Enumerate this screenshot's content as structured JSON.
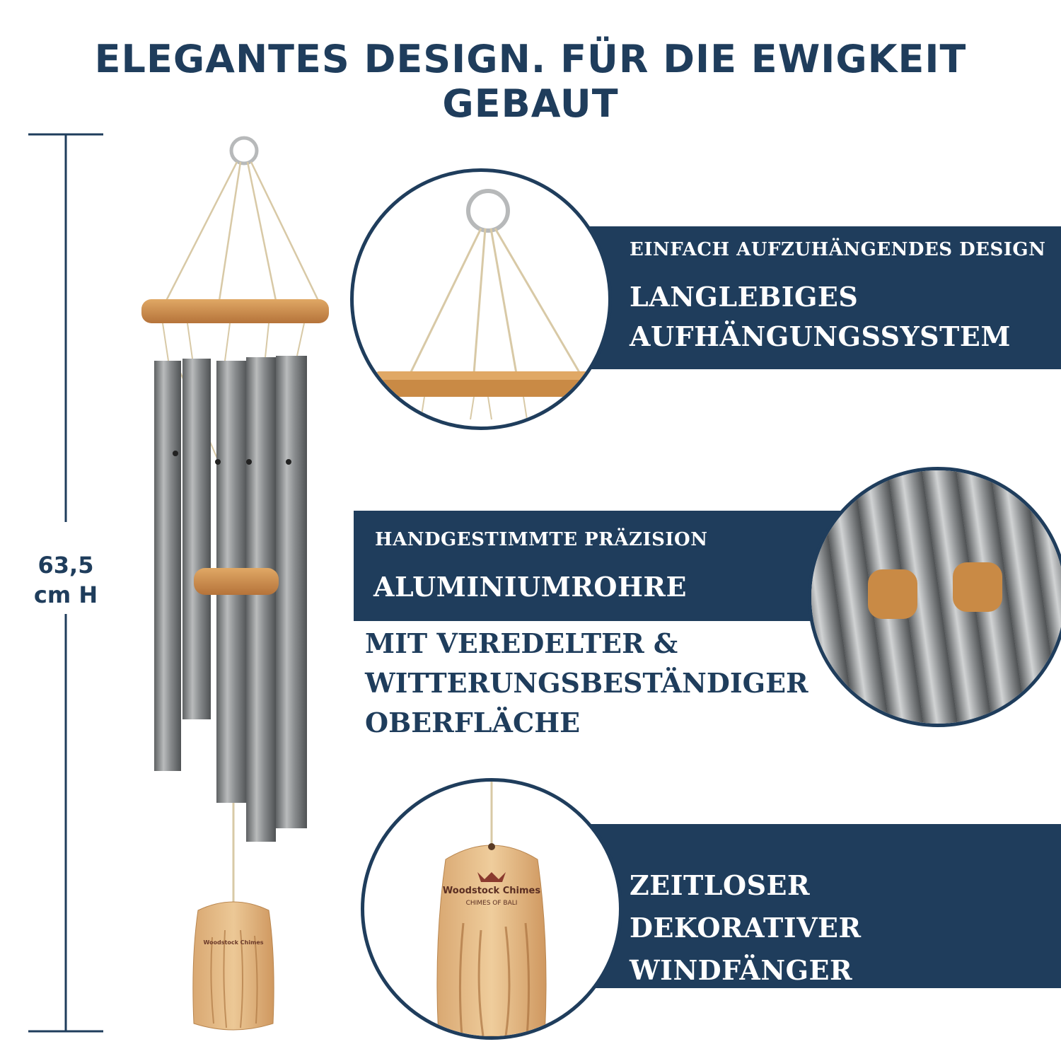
{
  "headline": "ELEGANTES DESIGN. FÜR DIE EWIGKEIT GEBAUT",
  "dimension": {
    "line1": "63,5",
    "line2": "cm H"
  },
  "feature1": {
    "subtitle": "EINFACH AUFZUHÄNGENDES DESIGN",
    "line1": "LANGLEBIGES",
    "line2": "AUFHÄNGUNGSSYSTEM"
  },
  "feature2": {
    "subtitle": "HANDGESTIMMTE PRÄZISION",
    "heading": "ALUMINIUMROHRE",
    "line1": "MIT VEREDELTER &",
    "line2": "WITTERUNGSBESTÄNDIGER",
    "line3": "OBERFLÄCHE"
  },
  "feature3": {
    "line1": "ZEITLOSER",
    "line2": "DEKORATIVER",
    "line3": "WINDFÄNGER"
  },
  "brand": {
    "name": "Woodstock Chimes",
    "tagline": "CHIMES OF BALI"
  },
  "colors": {
    "navy": "#1f3d5c",
    "wood": "#c98a45",
    "metal": "#8d9092",
    "white": "#ffffff"
  },
  "icons": [
    "windchime-product",
    "hanging-ring-closeup",
    "tubes-closeup",
    "windcatcher-closeup"
  ]
}
